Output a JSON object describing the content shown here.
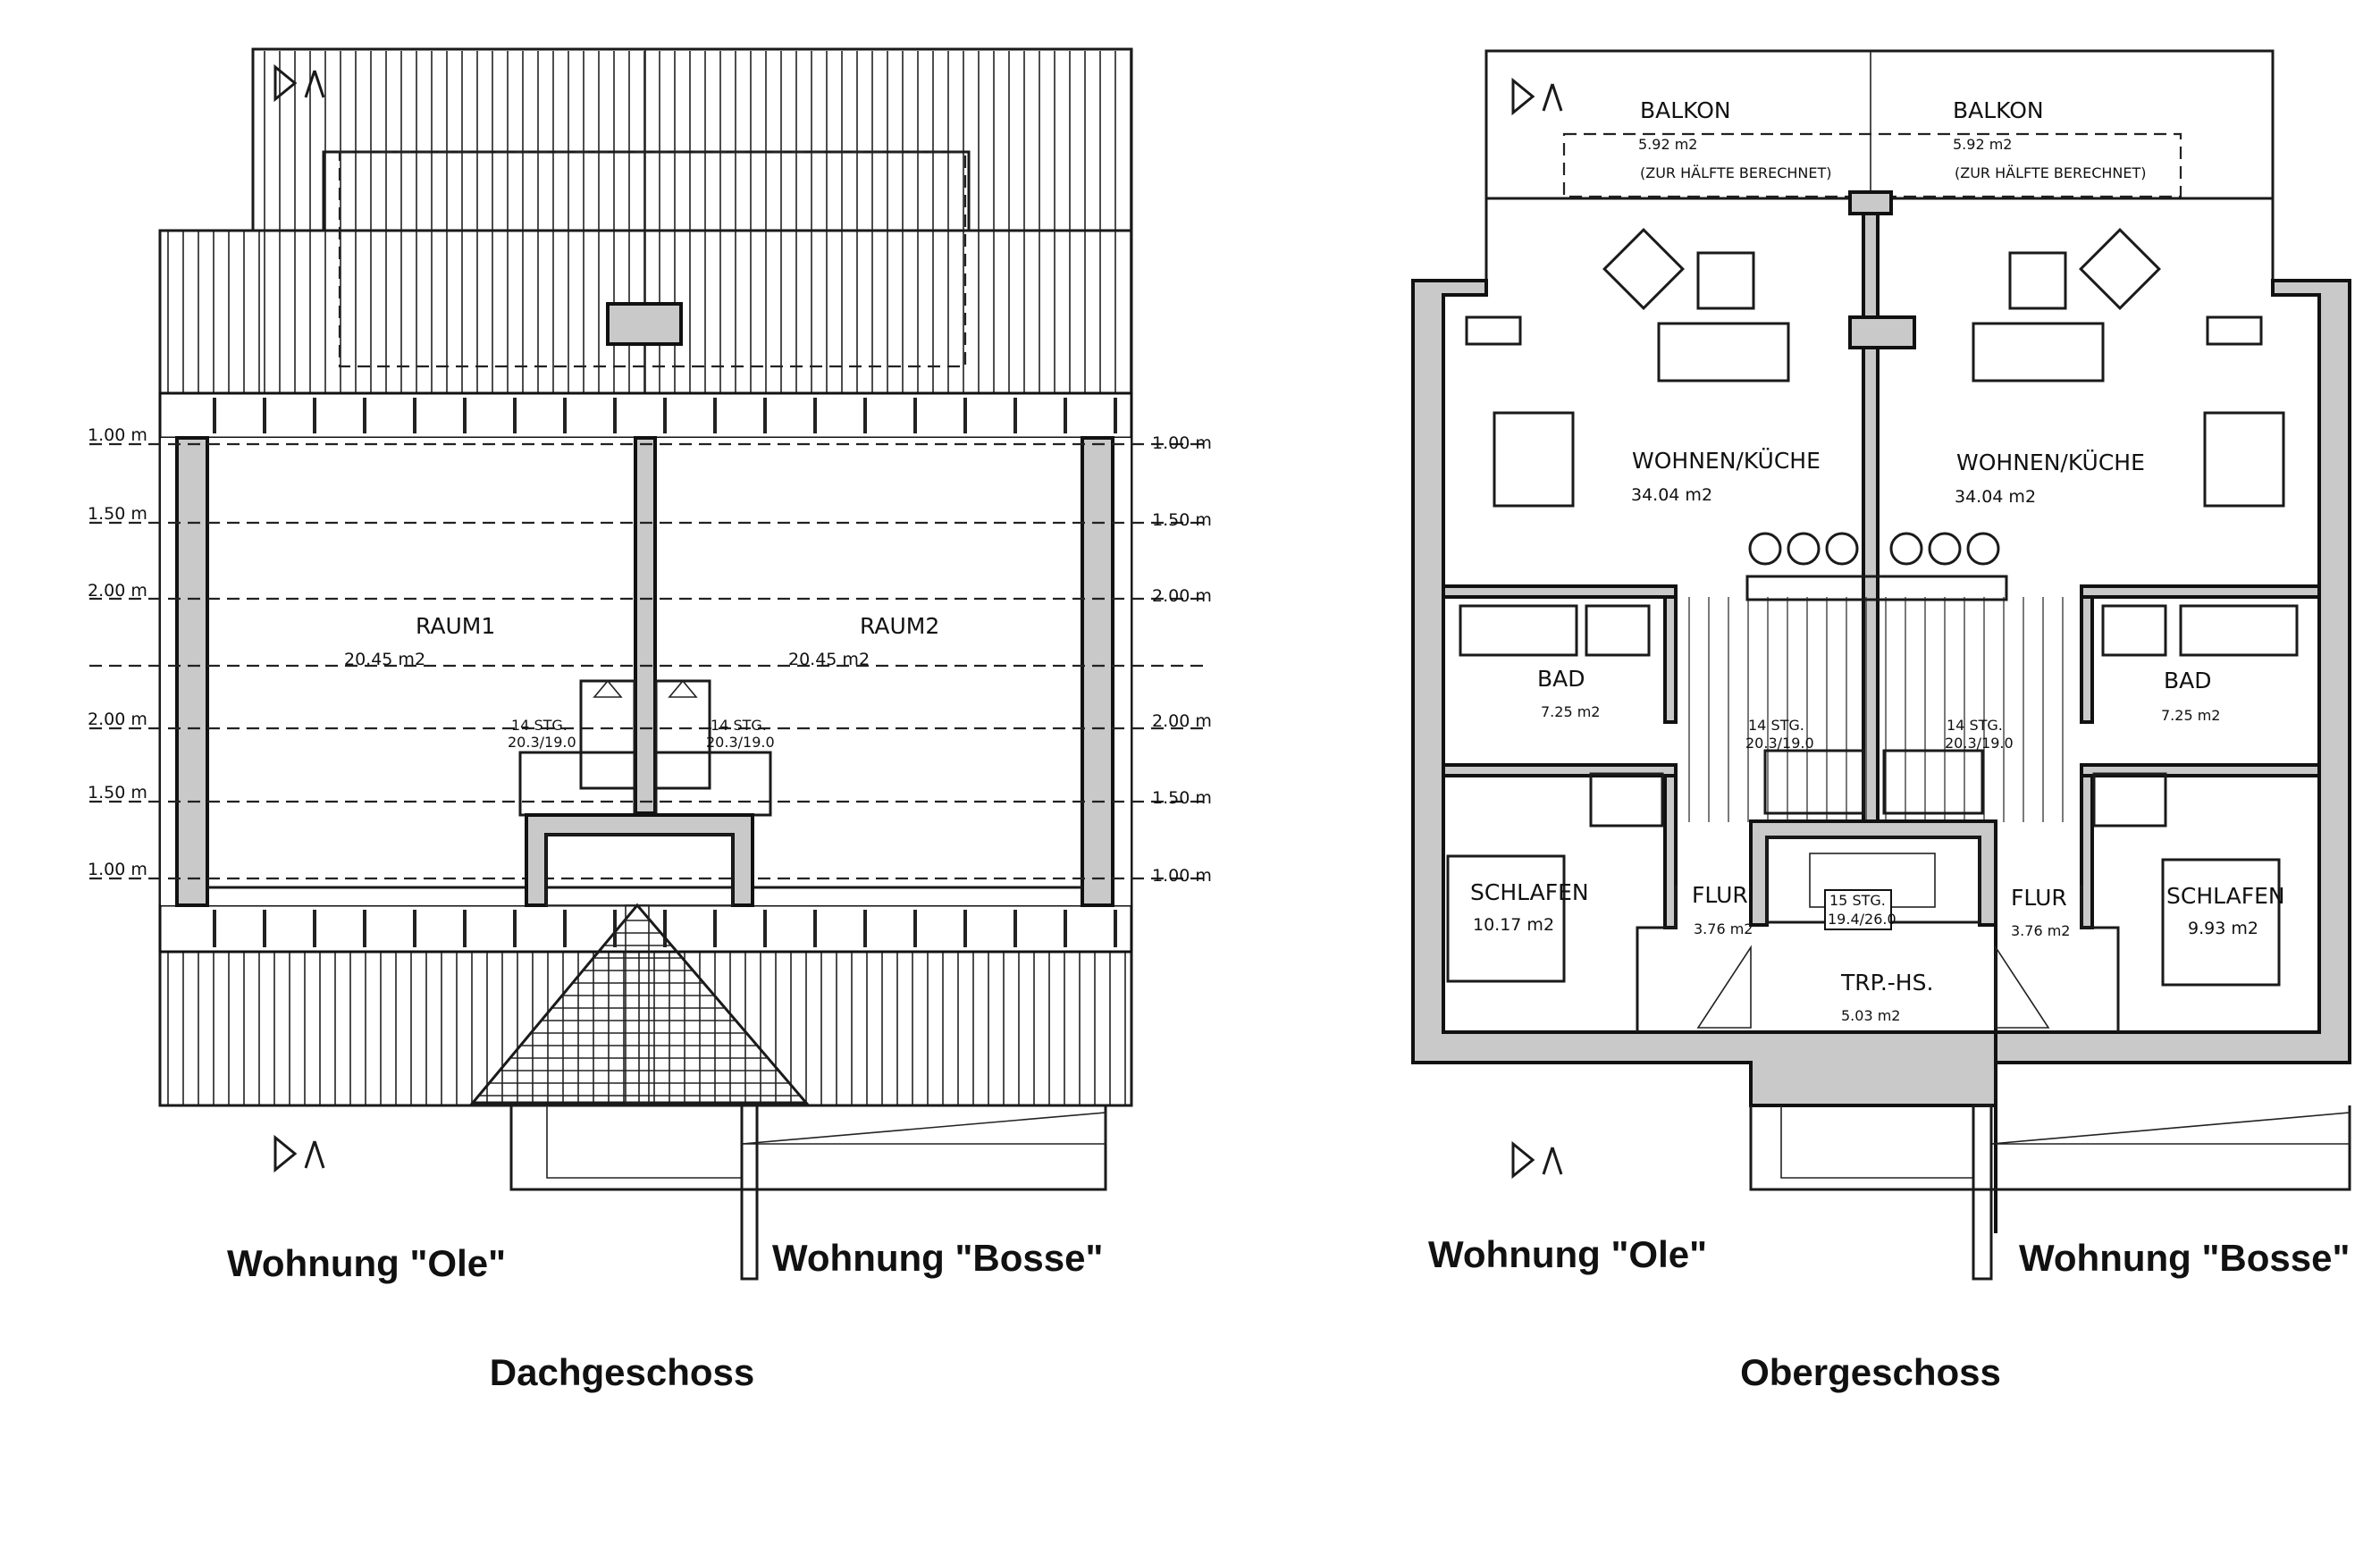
{
  "dachgeschoss": {
    "title": "Dachgeschoss",
    "unit_left": "Wohnung \"Ole\"",
    "unit_right": "Wohnung \"Bosse\"",
    "dims_left": [
      "1.00 m",
      "1.50 m",
      "2.00 m",
      "2.00 m",
      "1.50 m",
      "1.00 m"
    ],
    "dims_right": [
      "1.00 m",
      "1.50 m",
      "2.00 m",
      "2.00 m",
      "1.50 m",
      "1.00 m"
    ],
    "room1": {
      "name": "RAUM1",
      "area": "20.45 m2"
    },
    "room2": {
      "name": "RAUM2",
      "area": "20.45 m2"
    },
    "stair_left": {
      "steps": "14 STG.",
      "ratio": "20.3/19.0"
    },
    "stair_right": {
      "steps": "14 STG.",
      "ratio": "20.3/19.0"
    }
  },
  "obergeschoss": {
    "title": "Obergeschoss",
    "unit_left": "Wohnung \"Ole\"",
    "unit_right": "Wohnung \"Bosse\"",
    "balcony_left": {
      "name": "BALKON",
      "area": "5.92 m2",
      "note": "(ZUR HÄLFTE BERECHNET)"
    },
    "balcony_right": {
      "name": "BALKON",
      "area": "5.92 m2",
      "note": "(ZUR HÄLFTE BERECHNET)"
    },
    "living_left": {
      "name": "WOHNEN/KÜCHE",
      "area": "34.04 m2"
    },
    "living_right": {
      "name": "WOHNEN/KÜCHE",
      "area": "34.04 m2"
    },
    "bath_left": {
      "name": "BAD",
      "area": "7.25 m2"
    },
    "bath_right": {
      "name": "BAD",
      "area": "7.25 m2"
    },
    "stair_left": {
      "steps": "14 STG.",
      "ratio": "20.3/19.0"
    },
    "stair_right": {
      "steps": "14 STG.",
      "ratio": "20.3/19.0"
    },
    "bedroom_left": {
      "name": "SCHLAFEN",
      "area": "10.17 m2"
    },
    "bedroom_right": {
      "name": "SCHLAFEN",
      "area": "9.93 m2"
    },
    "hall_left": {
      "name": "FLUR",
      "area": "3.76 m2"
    },
    "hall_right": {
      "name": "FLUR",
      "area": "3.76 m2"
    },
    "main_stair": {
      "steps": "15 STG.",
      "ratio": "19.4/26.0"
    },
    "stairwell": {
      "name": "TRP.-HS.",
      "area": "5.03 m2"
    }
  }
}
